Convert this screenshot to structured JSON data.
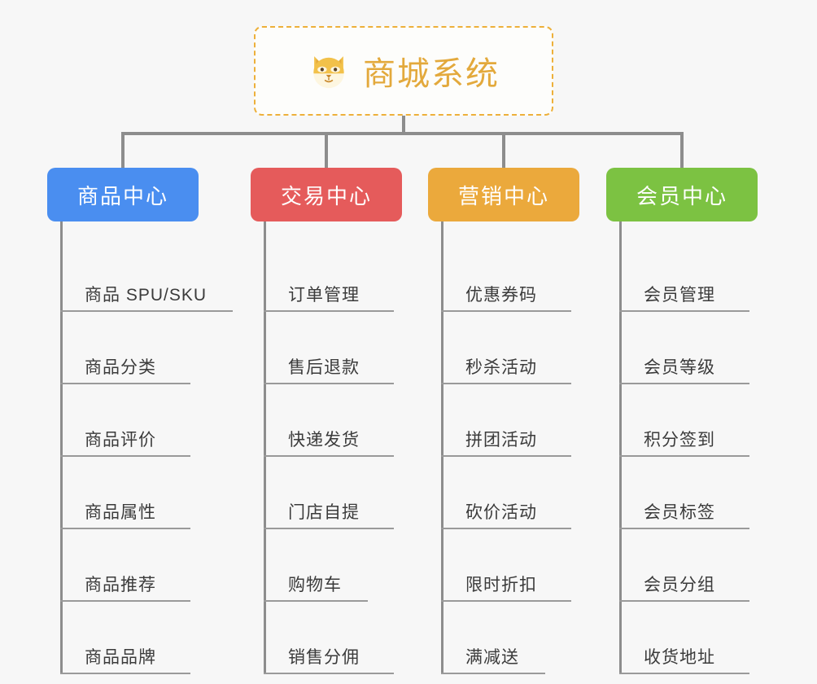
{
  "page": {
    "background": "#f7f7f7",
    "line_color": "#8d8d8d"
  },
  "root": {
    "icon": "shiba-dog-face-icon",
    "title": "商城系统",
    "title_color": "#e3a93c",
    "border_color": "#edb03a"
  },
  "branches": [
    {
      "label": "商品中心",
      "color": "#4a8ef0",
      "items": [
        "商品 SPU/SKU",
        "商品分类",
        "商品评价",
        "商品属性",
        "商品推荐",
        "商品品牌"
      ]
    },
    {
      "label": "交易中心",
      "color": "#e55b5b",
      "items": [
        "订单管理",
        "售后退款",
        "快递发货",
        "门店自提",
        "购物车",
        "销售分佣"
      ]
    },
    {
      "label": "营销中心",
      "color": "#eba93c",
      "items": [
        "优惠券码",
        "秒杀活动",
        "拼团活动",
        "砍价活动",
        "限时折扣",
        "满减送"
      ]
    },
    {
      "label": "会员中心",
      "color": "#7cc242",
      "items": [
        "会员管理",
        "会员等级",
        "积分签到",
        "会员标签",
        "会员分组",
        "收货地址"
      ]
    }
  ]
}
